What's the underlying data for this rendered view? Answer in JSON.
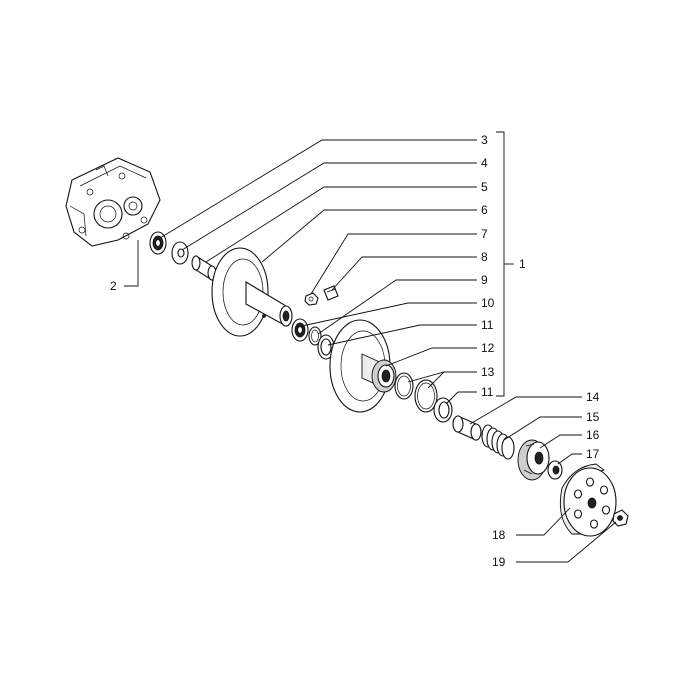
{
  "diagram": {
    "labels": {
      "l1": "1",
      "l2": "2",
      "l3": "3",
      "l4": "4",
      "l5": "5",
      "l6": "6",
      "l7": "7",
      "l8": "8",
      "l9": "9",
      "l10": "10",
      "l11a": "11",
      "l12": "12",
      "l13": "13",
      "l11b": "11",
      "l14": "14",
      "l15": "15",
      "l16": "16",
      "l17": "17",
      "l18": "18",
      "l19": "19"
    }
  }
}
